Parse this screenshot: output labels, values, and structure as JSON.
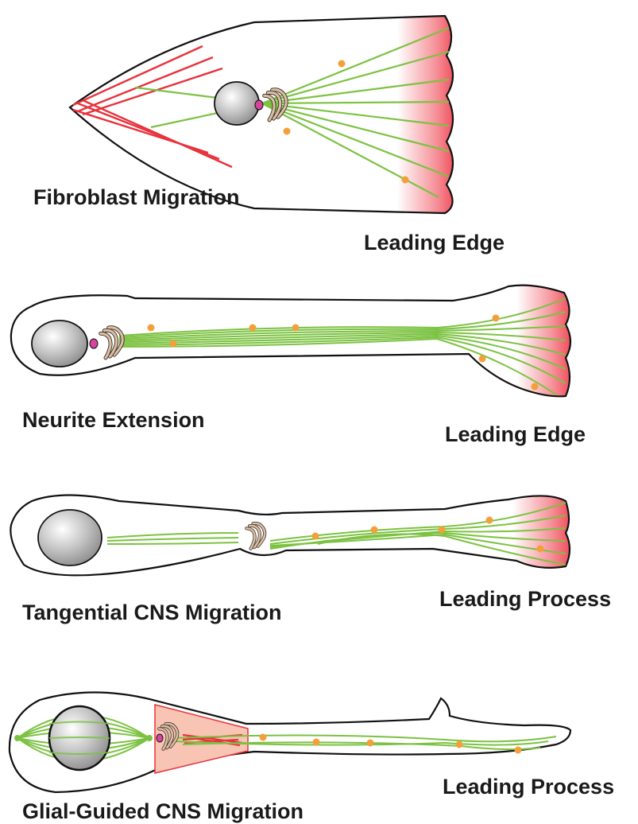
{
  "panels": [
    {
      "title": "Fibroblast Migration",
      "edge_label": "Leading Edge"
    },
    {
      "title": "Neurite Extension",
      "edge_label": "Leading Edge"
    },
    {
      "title": "Tangential CNS Migration",
      "edge_label": "Leading Process"
    },
    {
      "title": "Glial-Guided CNS Migration",
      "edge_label": "Leading Process"
    }
  ],
  "colors": {
    "outline": "#111111",
    "microtubule": "#7cc242",
    "actin": "#e8323c",
    "leading_edge_gradient": "#ee3a48",
    "vesicle": "#f4a03a",
    "nucleus": "#b8b8b8",
    "golgi": "#d8bfa6",
    "centrosome": "#d6459a",
    "actin_zone_fill": "#f8c4b4"
  }
}
